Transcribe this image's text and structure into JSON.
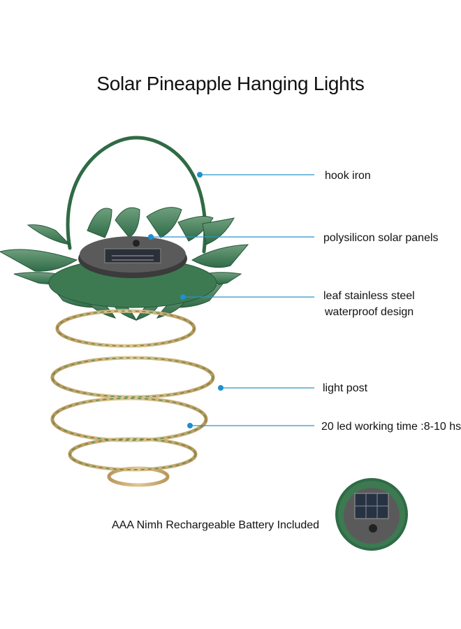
{
  "title": "Solar Pineapple Hanging Lights",
  "callouts": {
    "hook": "hook iron",
    "solar": "polysilicon solar panels",
    "leaf_line1": "leaf stainless steel",
    "leaf_line2": "waterproof design",
    "post": "light post",
    "led": "20 led working time :8-10 hs",
    "battery": "AAA Nimh Rechargeable Battery Included"
  },
  "colors": {
    "leaf": "#3d7a52",
    "leaf_dark": "#21553a",
    "wire": "#c9a86a",
    "wire_green": "#5d8a4e",
    "callout_line": "#2b92c8",
    "dot": "#1f8fd0"
  }
}
